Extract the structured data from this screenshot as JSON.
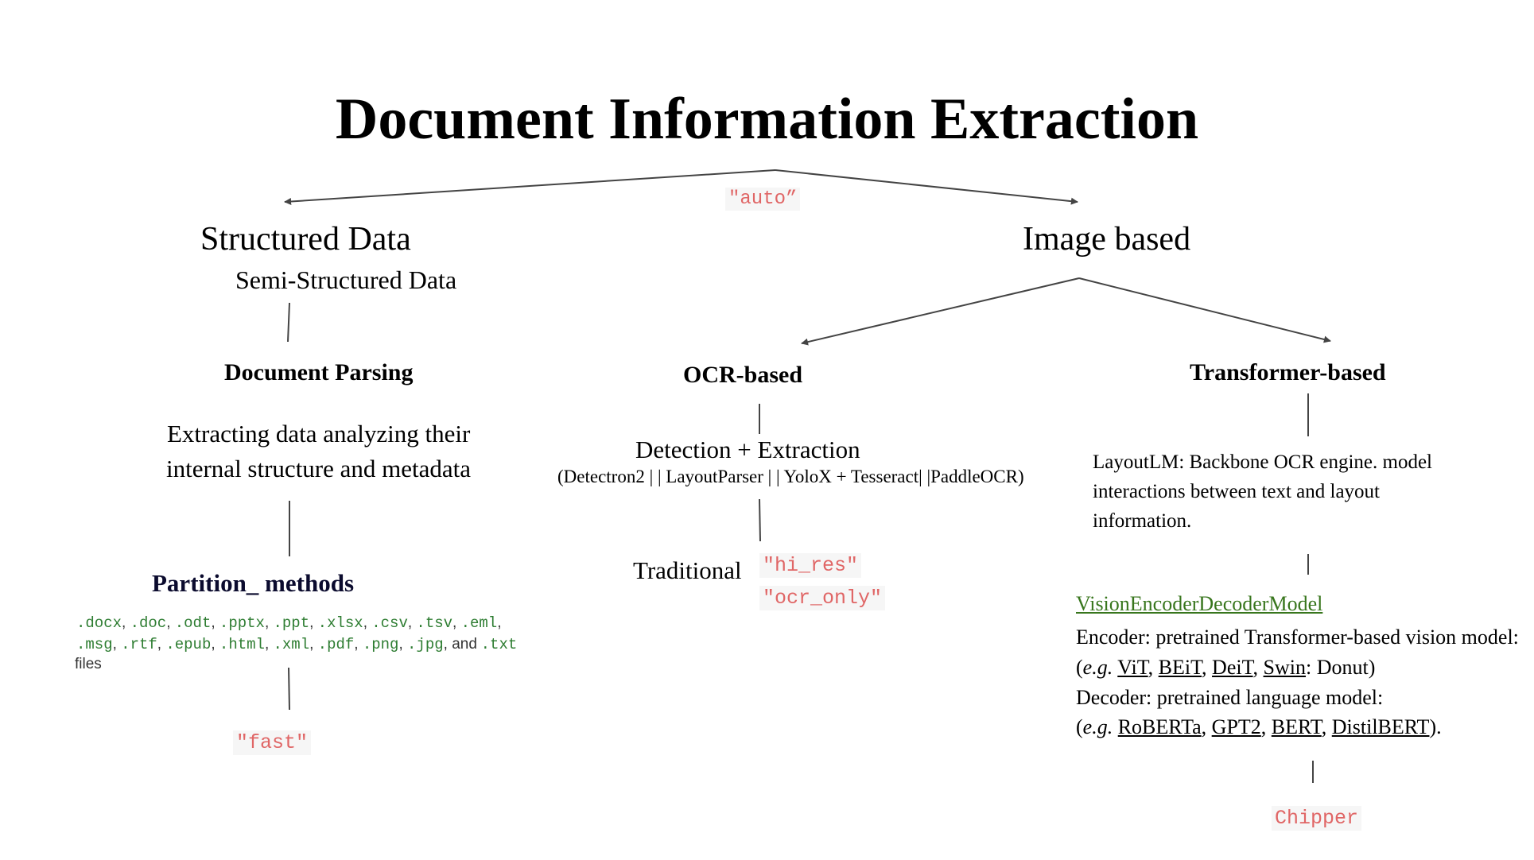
{
  "title": "Document Information Extraction",
  "strategies": {
    "auto": "\"auto”",
    "fast": "\"fast\"",
    "hi_res": "\"hi_res\"",
    "ocr_only": "\"ocr_only\"",
    "chipper": "Chipper"
  },
  "structured": {
    "heading": "Structured Data",
    "subheading": "Semi-Structured Data",
    "parsing_title": "Document Parsing",
    "parsing_desc_line1": "Extracting data analyzing their",
    "parsing_desc_line2": "internal structure and metadata",
    "partition_title": "Partition_ methods",
    "extensions": [
      ".docx",
      ".doc",
      ".odt",
      ".pptx",
      ".ppt",
      ".xlsx",
      ".csv",
      ".tsv",
      ".eml",
      ".msg",
      ".rtf",
      ".epub",
      ".html",
      ".xml",
      ".pdf",
      ".png",
      ".jpg",
      ".txt"
    ],
    "ext_and": "and",
    "ext_files": "files"
  },
  "image_based": {
    "heading": "Image based",
    "ocr": {
      "title": "OCR-based",
      "detection": "Detection + Extraction",
      "tools": "(Detectron2 | | LayoutParser | | YoloX + Tesseract| |PaddleOCR)",
      "traditional": "Traditional"
    },
    "transformer": {
      "title": "Transformer-based",
      "layoutlm_line1": "LayoutLM: Backbone OCR engine. model",
      "layoutlm_line2": "interactions between text and layout",
      "layoutlm_line3": "information.",
      "vision_model": "VisionEncoderDecoderModel",
      "encoder_line": "Encoder: pretrained Transformer-based vision model:",
      "encoder_eg_prefix": "(",
      "eg": "e.g.",
      "encoder_models": [
        "ViT",
        "BEiT",
        "DeiT",
        "Swin"
      ],
      "encoder_suffix": ": Donut)",
      "decoder_line": "Decoder: pretrained language model:",
      "decoder_models": [
        "RoBERTa",
        "GPT2",
        "BERT",
        "DistilBERT"
      ],
      "decoder_suffix": ")."
    }
  },
  "colors": {
    "strategy_text": "#e06666",
    "strategy_bg": "#f6f6f6",
    "extension_text": "#2e7d32",
    "link_green": "#38761d",
    "connector": "#444444"
  }
}
